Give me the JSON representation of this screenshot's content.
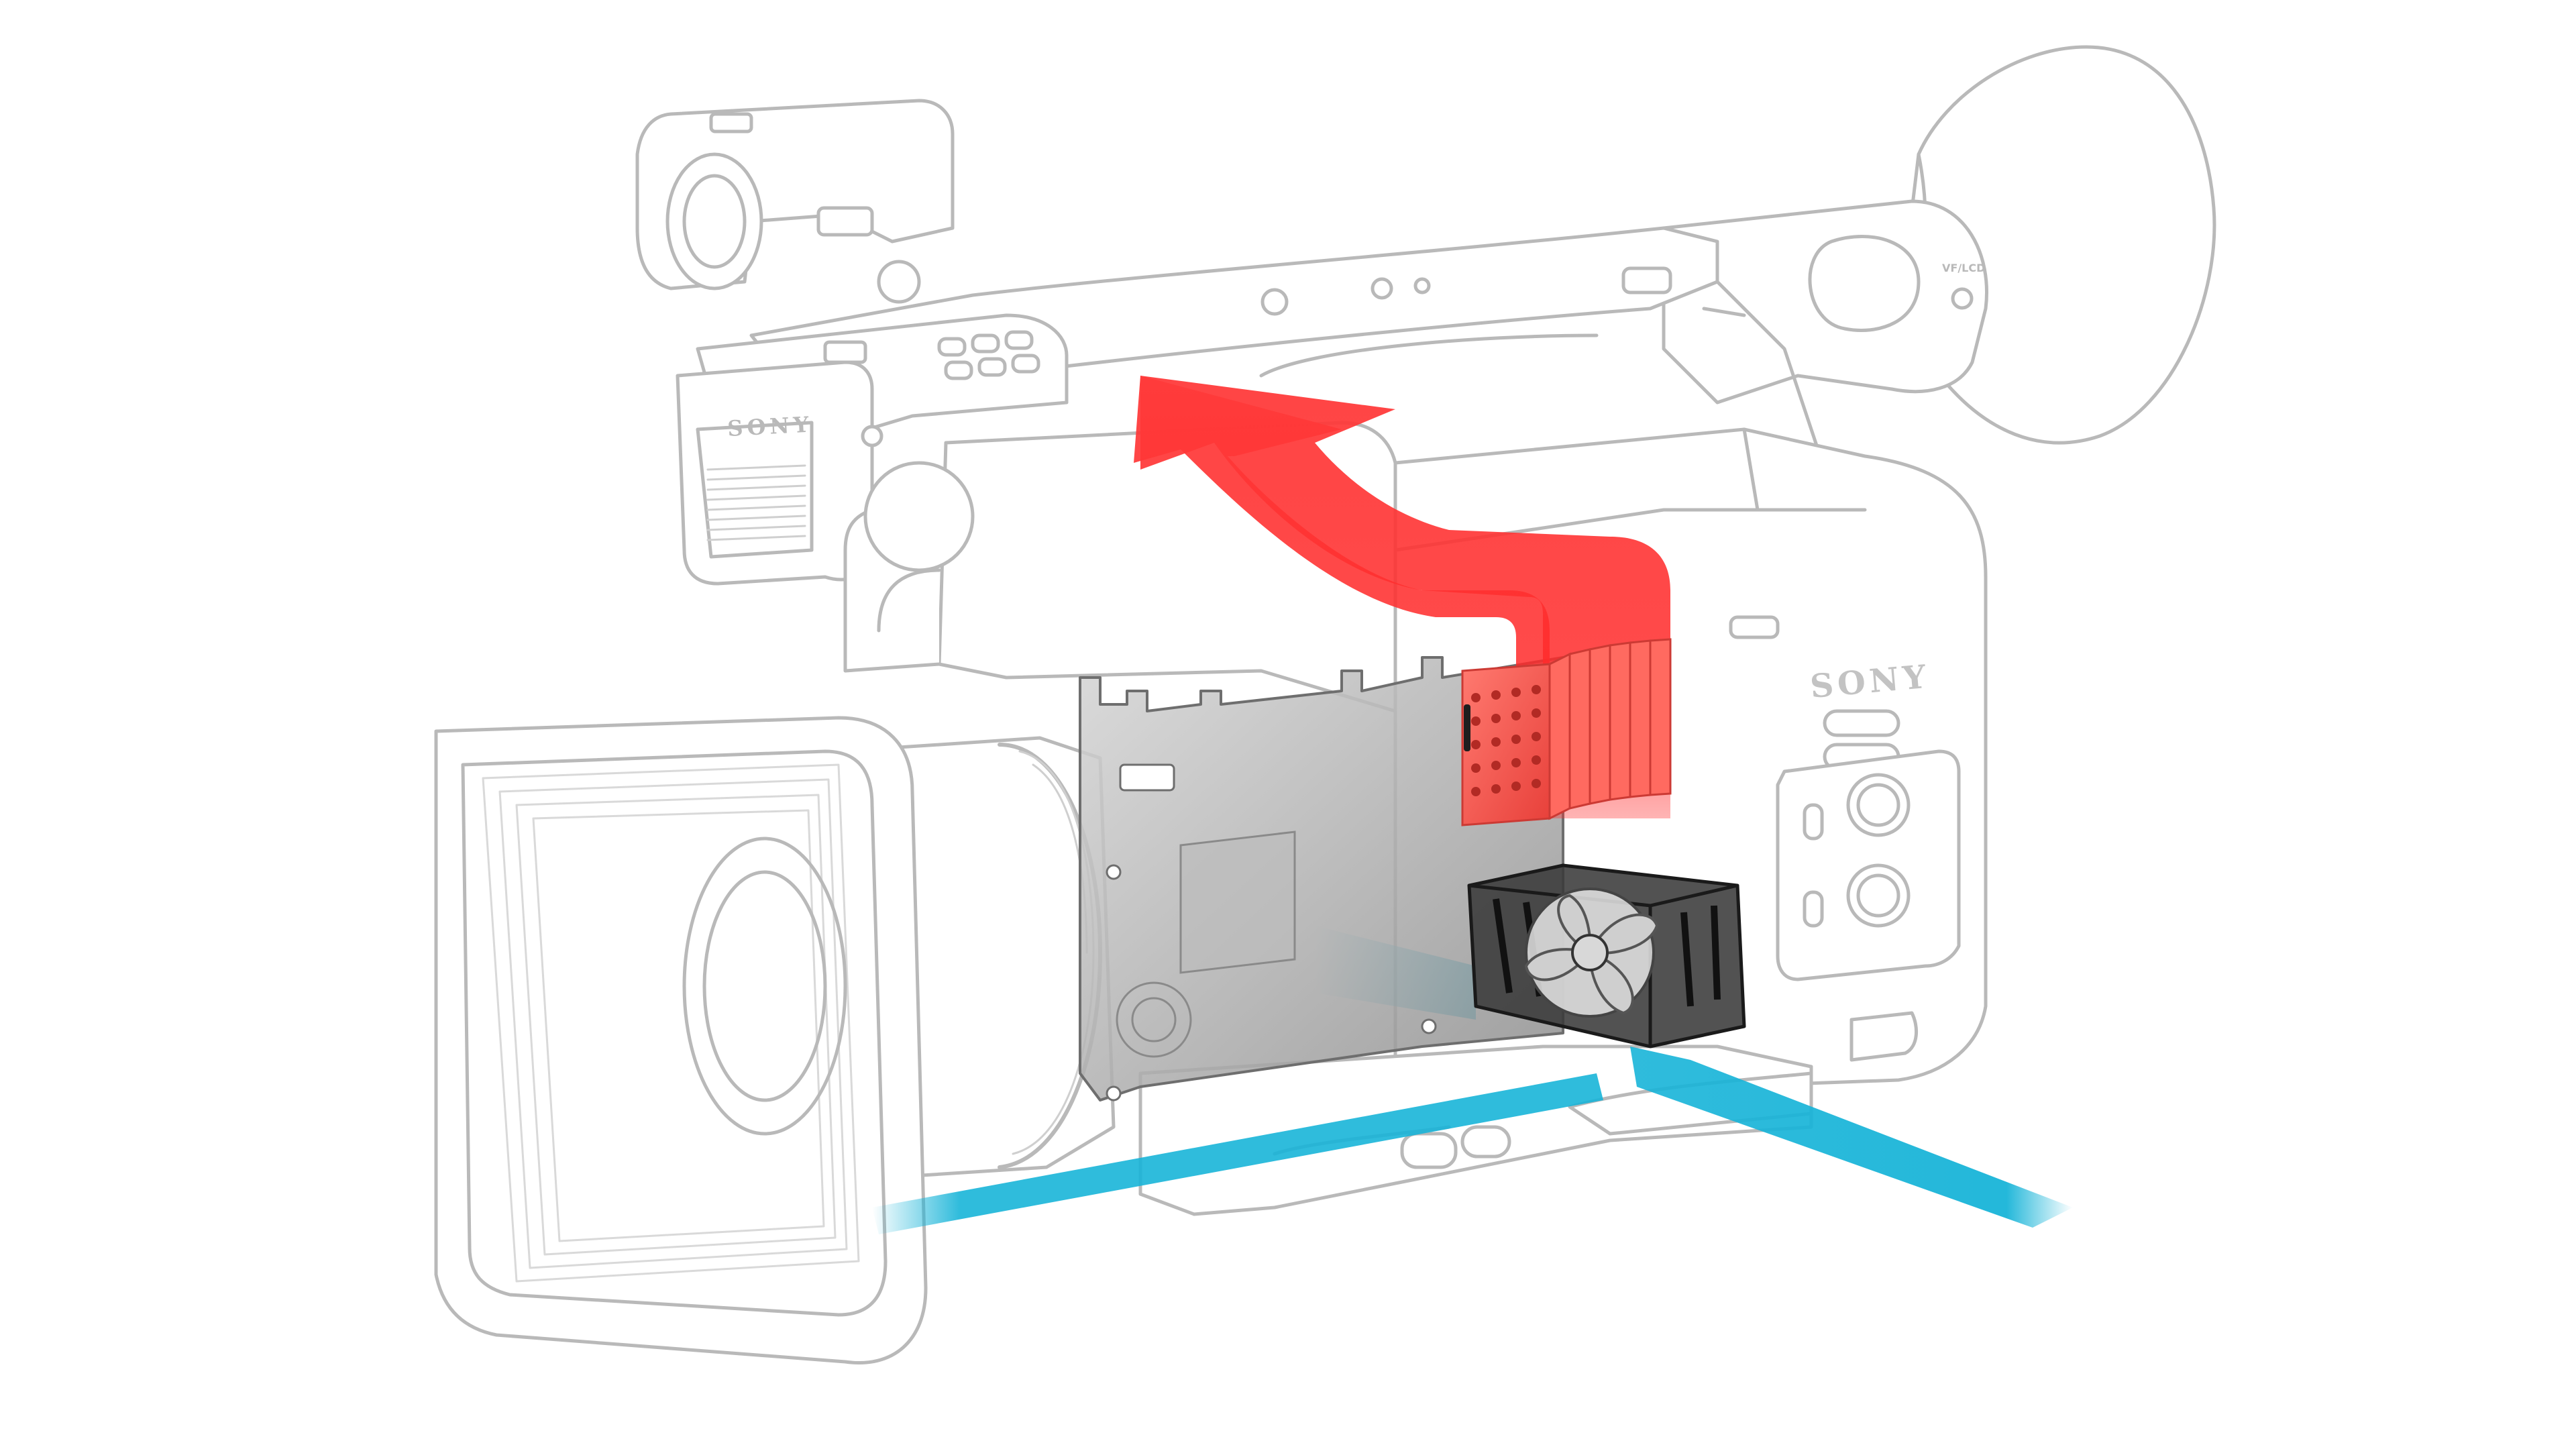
{
  "brand_marks": {
    "handle_mic": "SONY",
    "body_side": "SONY"
  },
  "button_labels": {
    "viewfinder_toggle": "VF/LCD"
  },
  "colors": {
    "outline": "#b9b9b9",
    "body_fill": "#ffffff",
    "hot_air": "#ff2a2a",
    "cool_air": "#18b4d8",
    "heatsink": "#ff5a4e",
    "board": "#a8a8a8",
    "fan": "#2b2b2b"
  },
  "icons": [
    "camcorder-body",
    "heatsink",
    "cooling-fan",
    "circuit-board",
    "hot-air-arrow",
    "cool-air-stream"
  ]
}
